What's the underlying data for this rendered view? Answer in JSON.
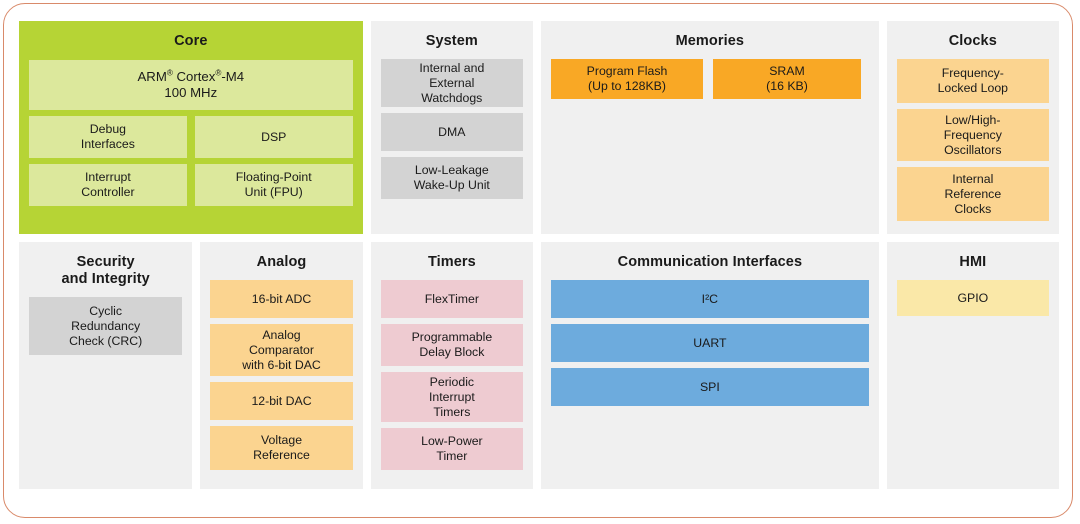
{
  "frame": {
    "border_color": "#d98a6a",
    "background": "#ffffff"
  },
  "palette": {
    "core_panel": "#b6d435",
    "core_block": "#dce89c",
    "panel_bg": "#f0f0f0",
    "gray_block": "#d3d3d3",
    "orange_block": "#f9a825",
    "peach_block": "#fbd490",
    "pink_block": "#eecbd1",
    "blue_block": "#6dabdd",
    "yellow_block": "#fae8a8"
  },
  "panels": {
    "core": {
      "title": "Core",
      "cpu_line1": "ARM",
      "cpu_sup1": "®",
      "cpu_line1b": " Cortex",
      "cpu_sup2": "®",
      "cpu_line1c": "-M4",
      "cpu_line2": "100 MHz",
      "blocks": [
        "Debug\nInterfaces",
        "DSP",
        "Interrupt\nController",
        "Floating-Point\nUnit (FPU)"
      ]
    },
    "system": {
      "title": "System",
      "blocks": [
        "Internal and\nExternal\nWatchdogs",
        "DMA",
        "Low-Leakage\nWake-Up Unit"
      ]
    },
    "memories": {
      "title": "Memories",
      "blocks": [
        "Program Flash\n(Up to 128KB)",
        "SRAM\n(16 KB)"
      ]
    },
    "clocks": {
      "title": "Clocks",
      "blocks": [
        "Frequency-\nLocked Loop",
        "Low/High-\nFrequency\nOscillators",
        "Internal\nReference\nClocks"
      ]
    },
    "security": {
      "title": "Security\nand Integrity",
      "blocks": [
        "Cyclic\nRedundancy\nCheck (CRC)"
      ]
    },
    "analog": {
      "title": "Analog",
      "blocks": [
        "16-bit ADC",
        "Analog\nComparator\nwith 6-bit DAC",
        "12-bit DAC",
        "Voltage\nReference"
      ]
    },
    "timers": {
      "title": "Timers",
      "blocks": [
        "FlexTimer",
        "Programmable\nDelay Block",
        "Periodic\nInterrupt\nTimers",
        "Low-Power\nTimer"
      ]
    },
    "communication": {
      "title": "Communication Interfaces",
      "blocks": [
        "I²C",
        "UART",
        "SPI"
      ]
    },
    "hmi": {
      "title": "HMI",
      "blocks": [
        "GPIO"
      ]
    }
  }
}
